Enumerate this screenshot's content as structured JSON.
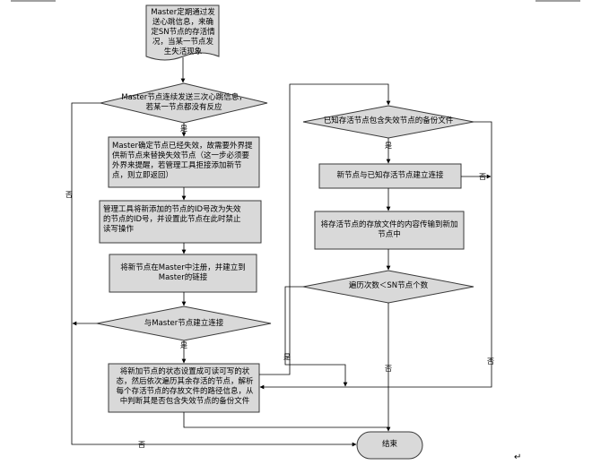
{
  "nodes": {
    "start": "Master定期通过发\n送心跳信息，来确\n定SN节点的存活情\n况，当某一节点发\n生失活现象",
    "decision_heartbeat": "Master节点连续发送三次心跳信息，\n若某一节点都没有反应",
    "confirm_failure": "Master确定节点已经失效，故需要外界提\n供新节点来替换失效节点（这一步必须要\n外界来提醒，若管理工具拒接添加新节\n点，则立即返回）",
    "change_id": "管理工具将新添加的节点的ID号改为失效\n的节点的ID号，并设置此节点在此时禁止\n读写操作",
    "register": "将新节点在Master中注册，并建立到\nMaster的链接",
    "decision_connect": "与Master节点建立连接",
    "set_writable": "将新加节点的状态设置成可读可写的状\n态，然后依次遍历其余存活的节点，解析\n每个存活节点的存放文件的路径信息，从\n中判断其是否包含失效节点的备份文件",
    "decision_backup": "已知存活节点包含失效节点的备份文件",
    "new_connect": "新节点与已知存活节点建立连接",
    "transfer": "将存活节点的存放文件的内容传输到新加\n节点中",
    "decision_loop": "遍历次数＜SN节点个数",
    "end": "结束"
  },
  "edge_labels": {
    "yes": "是",
    "no": "否"
  },
  "page_mark": "↵",
  "colors": {
    "fill": "#d9d9d9",
    "stroke": "#3a3a3a",
    "line": "#000000"
  }
}
